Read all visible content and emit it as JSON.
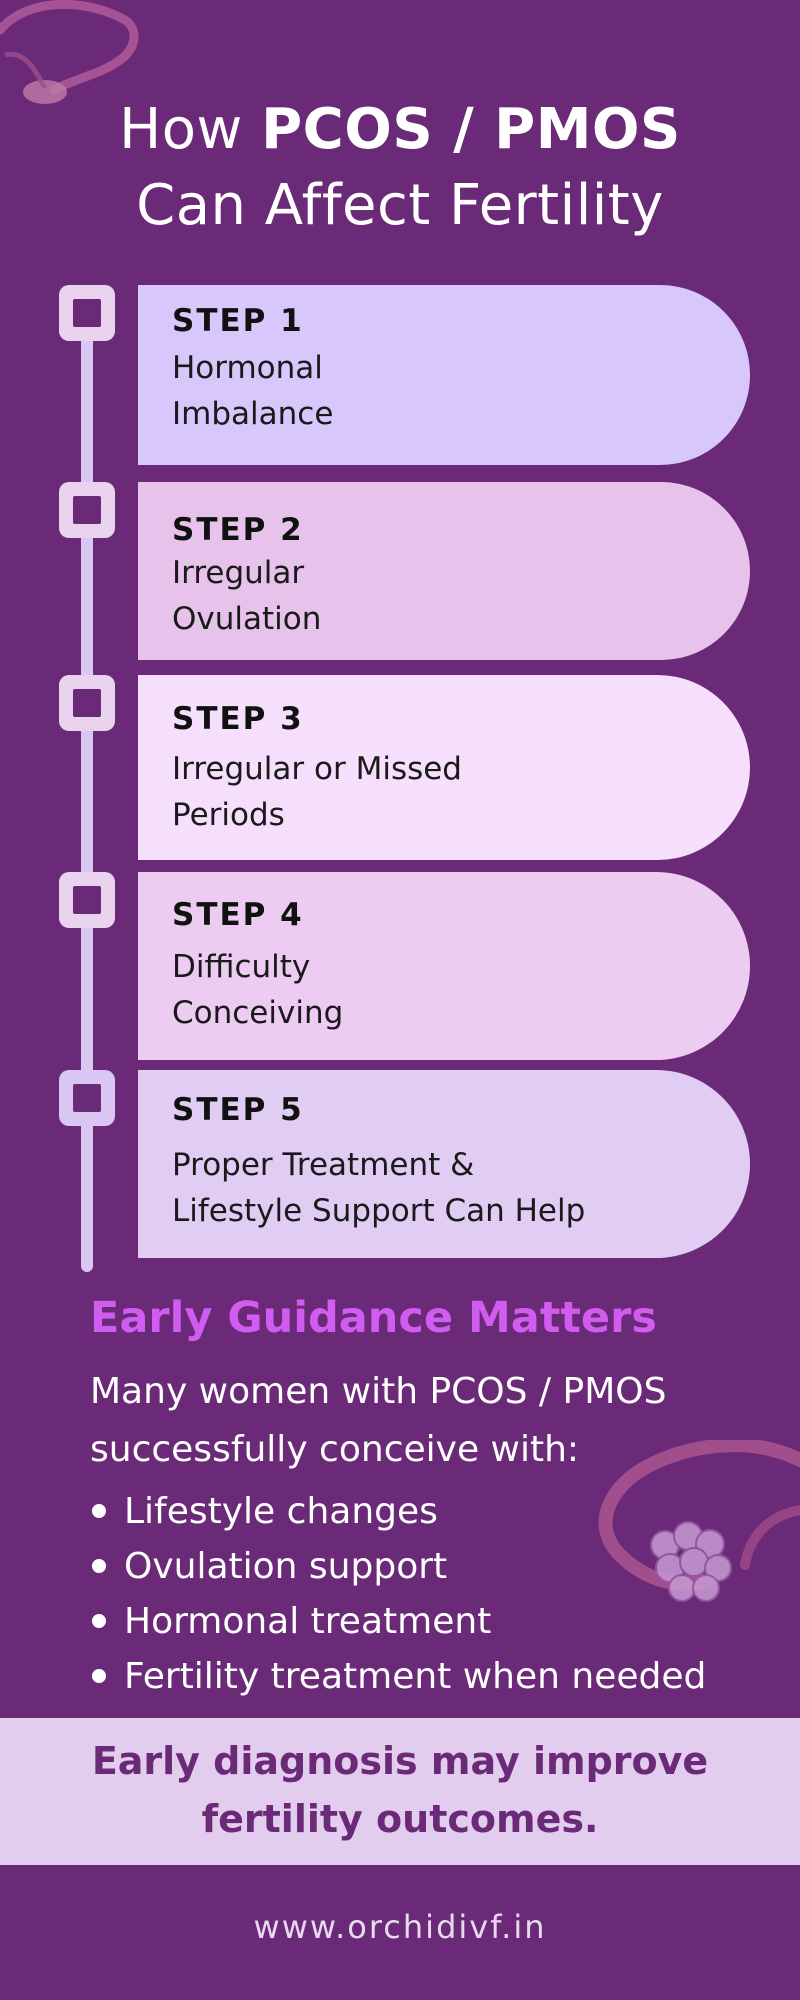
{
  "title": {
    "line1_prefix": "How ",
    "line1_bold": "PCOS / PMOS",
    "line2": "Can Affect Fertility"
  },
  "steps": [
    {
      "label": "STEP 1",
      "line1": "Hormonal",
      "line2": "Imbalance",
      "color": "#d7c7fb"
    },
    {
      "label": "STEP 2",
      "line1": "Irregular",
      "line2": "Ovulation",
      "color": "#e7c3ec"
    },
    {
      "label": "STEP 3",
      "line1": "Irregular or Missed",
      "line2": "Periods",
      "color": "#f6dffc"
    },
    {
      "label": "STEP 4",
      "line1": "Difficulty",
      "line2": "Conceiving",
      "color": "#ecccf1"
    },
    {
      "label": "STEP 5",
      "line1": "Proper Treatment &",
      "line2": "Lifestyle Support Can Help",
      "color": "#e1cdf4"
    }
  ],
  "guidance": {
    "heading": "Early Guidance Matters",
    "line1": "Many women with PCOS / PMOS",
    "line2": "successfully conceive with:",
    "items": [
      "Lifestyle changes",
      "Ovulation support",
      "Hormonal treatment",
      "Fertility treatment when needed"
    ]
  },
  "banner": {
    "line1": "Early diagnosis may improve",
    "line2": "fertility outcomes."
  },
  "footer": {
    "url": "www.orchidivf.in"
  },
  "icons": {
    "top_left": "uterus-ovary-icon",
    "right": "uterus-ovary-icon"
  },
  "colors": {
    "background": "#6a2a78",
    "accent": "#d05cf0",
    "timeline": "#d9c6f2"
  }
}
